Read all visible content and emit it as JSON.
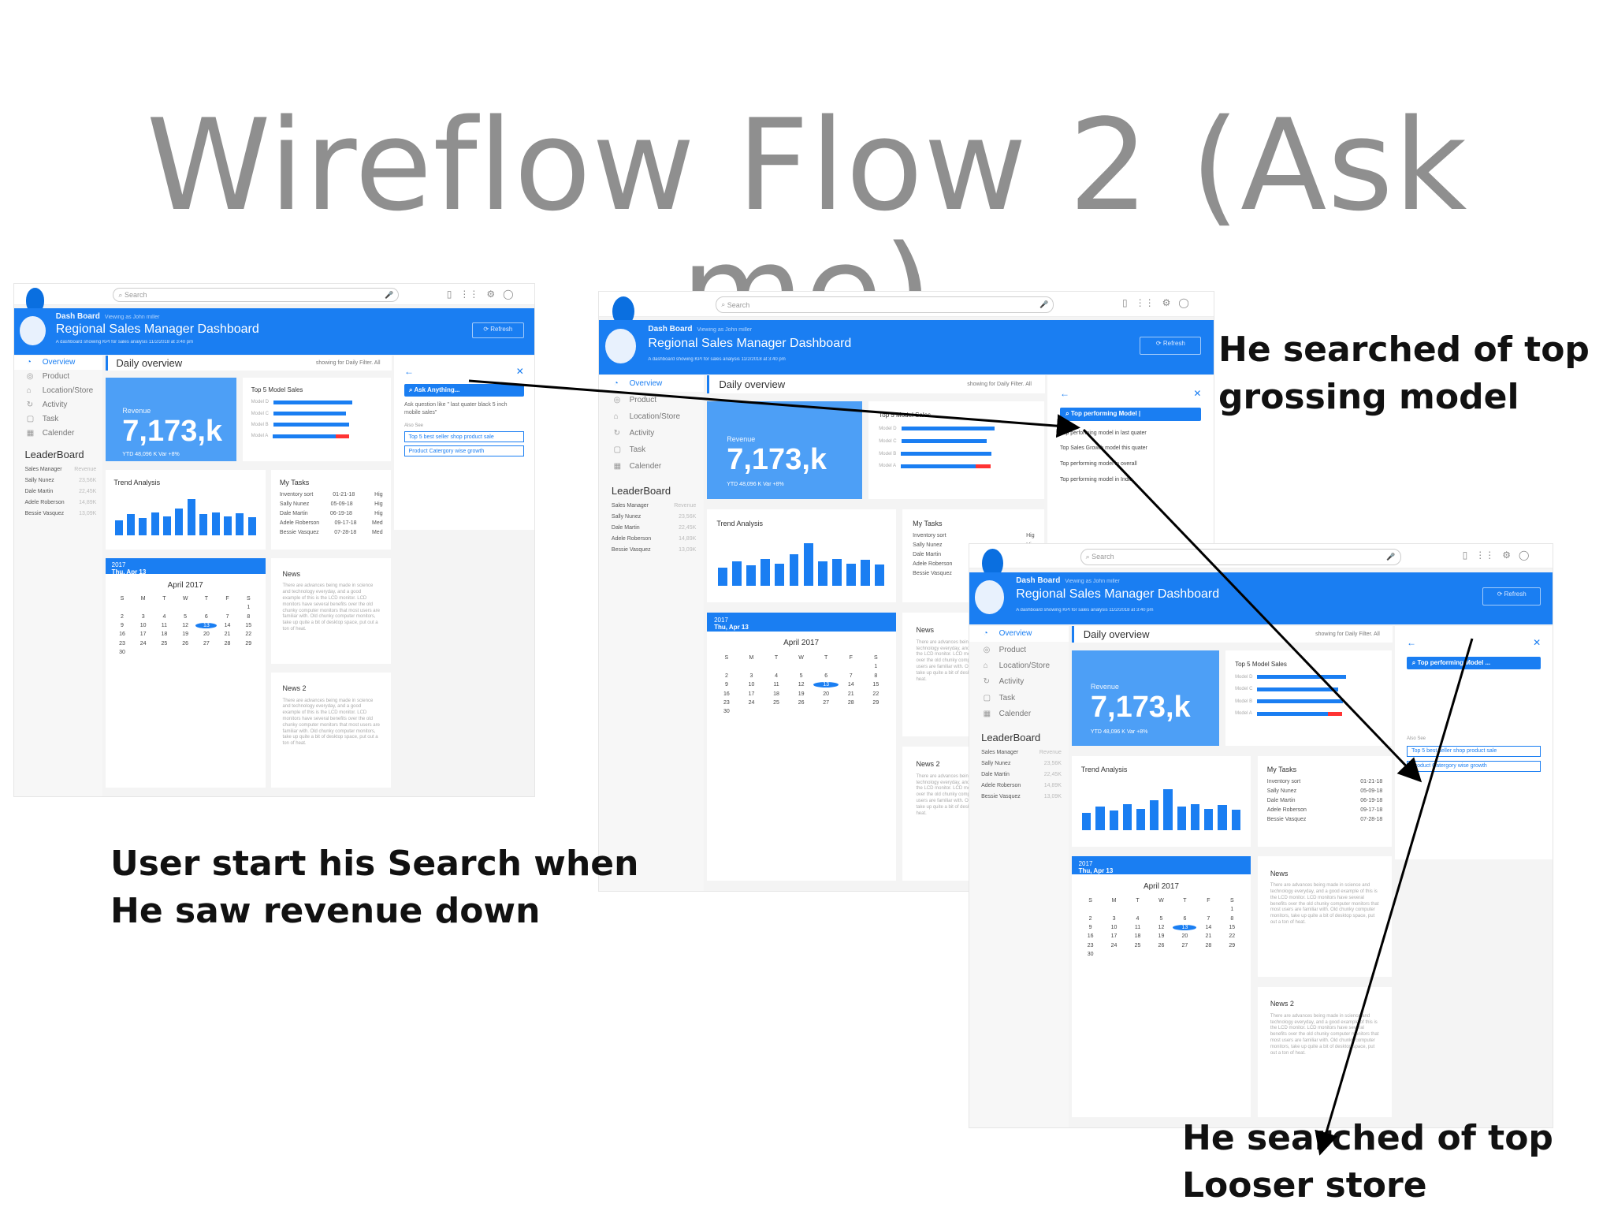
{
  "title": "Wireflow Flow 2 (Ask me)",
  "captions": {
    "c1": [
      "User start his Search when",
      "He saw  revenue down"
    ],
    "c2": [
      "He searched of top",
      "grossing model"
    ],
    "c3": [
      "He searched of top",
      "Looser store"
    ]
  },
  "app": {
    "search_placeholder": "Search",
    "crumb": "Dash Board",
    "viewing": "Viewing as John miller",
    "header_title": "Regional Sales Manager Dashboard",
    "header_sub": "A dashboard showing KPI for sales analysis    11/2/2018 at 3:40 pm",
    "refresh": "Refresh",
    "nav": [
      "Overview",
      "Product",
      "Location/Store",
      "Activity",
      "Task",
      "Calender"
    ],
    "leaderboard_title": "LeaderBoard",
    "leaderboard_head": [
      "Sales Manager",
      "Revenue"
    ],
    "leaderboard": [
      [
        "Sally Nunez",
        "23,56K"
      ],
      [
        "Dale Martin",
        "22,45K"
      ],
      [
        "Adele Roberson",
        "14,89K"
      ],
      [
        "Bessie Vasquez",
        "13,09K"
      ]
    ],
    "daily_overview": "Daily overview",
    "showing": "showing for  Daily      Filter. All",
    "revenue_label": "Revenue",
    "revenue_value": "7,173,k",
    "ytd": "YTD  48,096 K      Var  +8%",
    "top5_title": "Top 5 Model Sales",
    "models": [
      "Model D",
      "Model C",
      "Model B",
      "Model A"
    ],
    "trend_title": "Trend Analysis",
    "tasks_title": "My Tasks",
    "tasks": [
      [
        "Inventory sort",
        "01-21-18",
        "Hig"
      ],
      [
        "Sally Nunez",
        "05-09-18",
        "Hig"
      ],
      [
        "Dale Martin",
        "06-19-18",
        "Hig"
      ],
      [
        "Adele Roberson",
        "09-17-18",
        "Med"
      ],
      [
        "Bessie Vasquez",
        "07-28-18",
        "Med"
      ]
    ],
    "cal_year": "2017",
    "cal_date": "Thu, Apr 13",
    "cal_month": "April 2017",
    "days": [
      "S",
      "M",
      "T",
      "W",
      "T",
      "F",
      "S"
    ],
    "dates": [
      "",
      "",
      "",
      "",
      "",
      "",
      "1",
      "2",
      "3",
      "4",
      "5",
      "6",
      "7",
      "8",
      "9",
      "10",
      "11",
      "12",
      "13",
      "14",
      "15",
      "16",
      "17",
      "18",
      "19",
      "20",
      "21",
      "22",
      "23",
      "24",
      "25",
      "26",
      "27",
      "28",
      "29",
      "30"
    ],
    "news_title": "News",
    "news2_title": "News 2",
    "news_text": "There are advances being made in science and technology everyday, and a good example of this is the LCD monitor. LCD monitors have several benefits over the old chunky computer monitors that most users are familiar with. Old chunky computer monitors, take up quite a bit of desktop space, put out a ton of heat.",
    "ask_query": "Ask Anything...",
    "ask_hint": "Ask question like \" last quater black 5 inch mobile sales\"",
    "also_see": "Also See",
    "chips": [
      "Top 5 best seller shop product sale",
      "Product Catergory wise growth"
    ],
    "query2": "Top performing Model |",
    "suggestions": [
      "Top performing model in last quater",
      "Top Sales Growth model this quater",
      "Top performing model in overall",
      "Top performing model in India"
    ],
    "query3": "Top performing Model ..."
  }
}
